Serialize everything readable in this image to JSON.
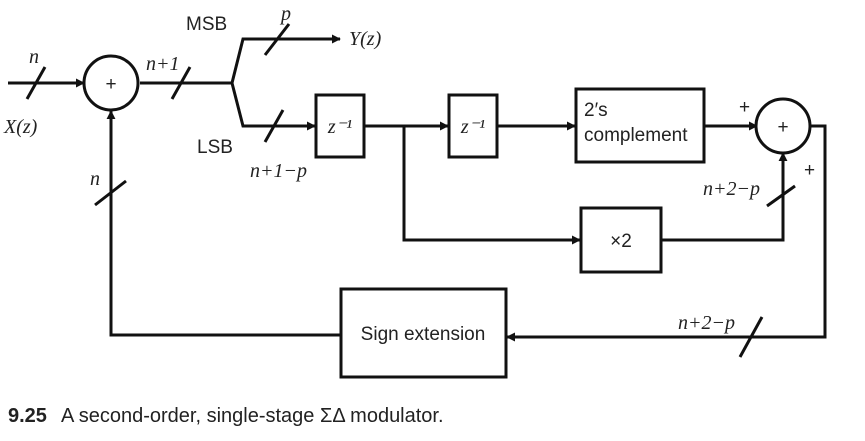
{
  "signals": {
    "n_in": "n",
    "x_in": "X(z)",
    "n_plus_1": "n+1",
    "msb": "MSB",
    "lsb": "LSB",
    "p": "p",
    "y_out": "Y(z)",
    "n_plus_1_minus_p": "n+1−p",
    "n_fb": "n",
    "n_plus_2_minus_p_a": "n+2−p",
    "n_plus_2_minus_p_b": "n+2−p",
    "plus_top": "+",
    "plus_bottom": "+"
  },
  "blocks": {
    "sum1": "+",
    "sum2": "+",
    "delay1": "z⁻¹",
    "delay2": "z⁻¹",
    "twos_line1": "2′s",
    "twos_line2": "complement",
    "times2": "×2",
    "sign_ext": "Sign extension"
  },
  "caption": {
    "number": "9.25",
    "text": "A second-order, single-stage ΣΔ modulator."
  }
}
